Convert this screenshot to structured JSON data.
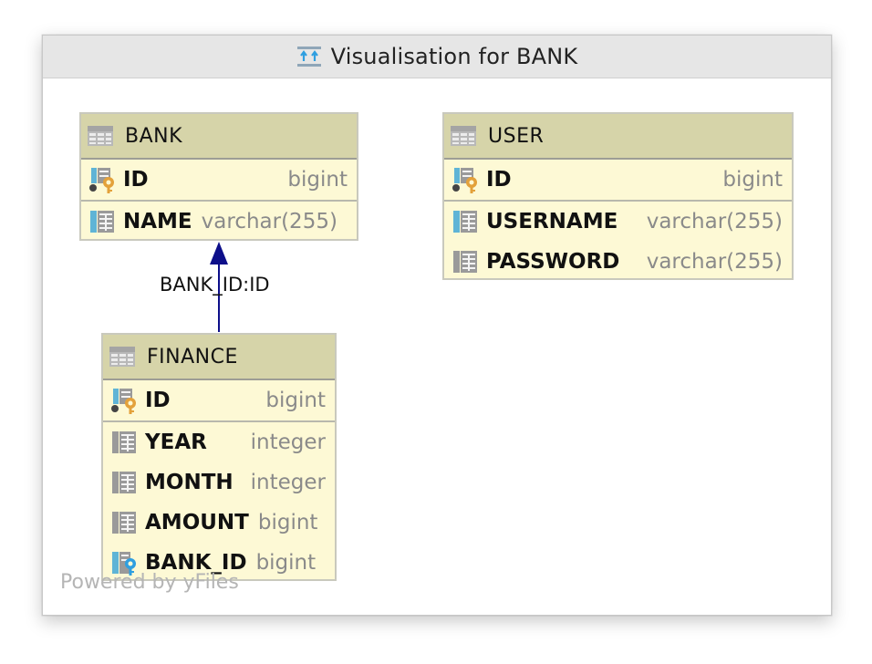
{
  "window": {
    "title": "Visualisation for BANK",
    "icon": "diagram-icon"
  },
  "colors": {
    "header": "#d6d4a9",
    "body": "#fdf9d5",
    "edge": "#0d0f8a",
    "type_text": "#8a8a8a"
  },
  "tables": {
    "bank": {
      "name": "BANK",
      "columns": [
        {
          "name": "ID",
          "type": "bigint",
          "kind": "primary-key"
        },
        {
          "name": "NAME",
          "type": "varchar(255)",
          "kind": "column"
        }
      ]
    },
    "user": {
      "name": "USER",
      "columns": [
        {
          "name": "ID",
          "type": "bigint",
          "kind": "primary-key"
        },
        {
          "name": "USERNAME",
          "type": "varchar(255)",
          "kind": "column"
        },
        {
          "name": "PASSWORD",
          "type": "varchar(255)",
          "kind": "column"
        }
      ]
    },
    "finance": {
      "name": "FINANCE",
      "columns": [
        {
          "name": "ID",
          "type": "bigint",
          "kind": "primary-key"
        },
        {
          "name": "YEAR",
          "type": "integer",
          "kind": "column"
        },
        {
          "name": "MONTH",
          "type": "integer",
          "kind": "column"
        },
        {
          "name": "AMOUNT",
          "type": "bigint",
          "kind": "column"
        },
        {
          "name": "BANK_ID",
          "type": "bigint",
          "kind": "foreign-key"
        }
      ]
    }
  },
  "relations": [
    {
      "from": "FINANCE",
      "to": "BANK",
      "label": "BANK_ID:ID"
    }
  ],
  "watermark": "Powered by yFiles"
}
